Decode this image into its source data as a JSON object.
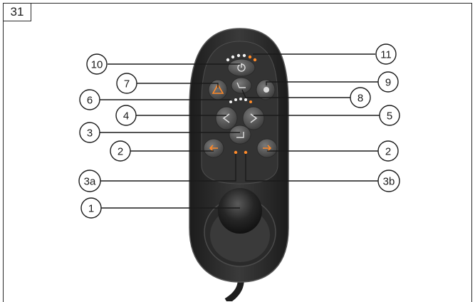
{
  "figure_number": "31",
  "colors": {
    "housing": "#2b2b2b",
    "housing_edge": "#4a4a4a",
    "panel": "#3a3a3a",
    "button": "#585858",
    "button_dark": "#3e3e3e",
    "led_orange": "#ff8a2a",
    "led_white": "#f2f2f2",
    "knob": "#1f1f1f",
    "line": "#1a1a1a"
  },
  "callouts": [
    {
      "id": "1",
      "label": "1"
    },
    {
      "id": "2l",
      "label": "2"
    },
    {
      "id": "2r",
      "label": "2"
    },
    {
      "id": "3",
      "label": "3"
    },
    {
      "id": "3a",
      "label": "3a"
    },
    {
      "id": "3b",
      "label": "3b"
    },
    {
      "id": "4",
      "label": "4"
    },
    {
      "id": "5",
      "label": "5"
    },
    {
      "id": "6",
      "label": "6"
    },
    {
      "id": "7",
      "label": "7"
    },
    {
      "id": "8",
      "label": "8"
    },
    {
      "id": "9",
      "label": "9"
    },
    {
      "id": "10",
      "label": "10"
    },
    {
      "id": "11",
      "label": "11"
    }
  ]
}
